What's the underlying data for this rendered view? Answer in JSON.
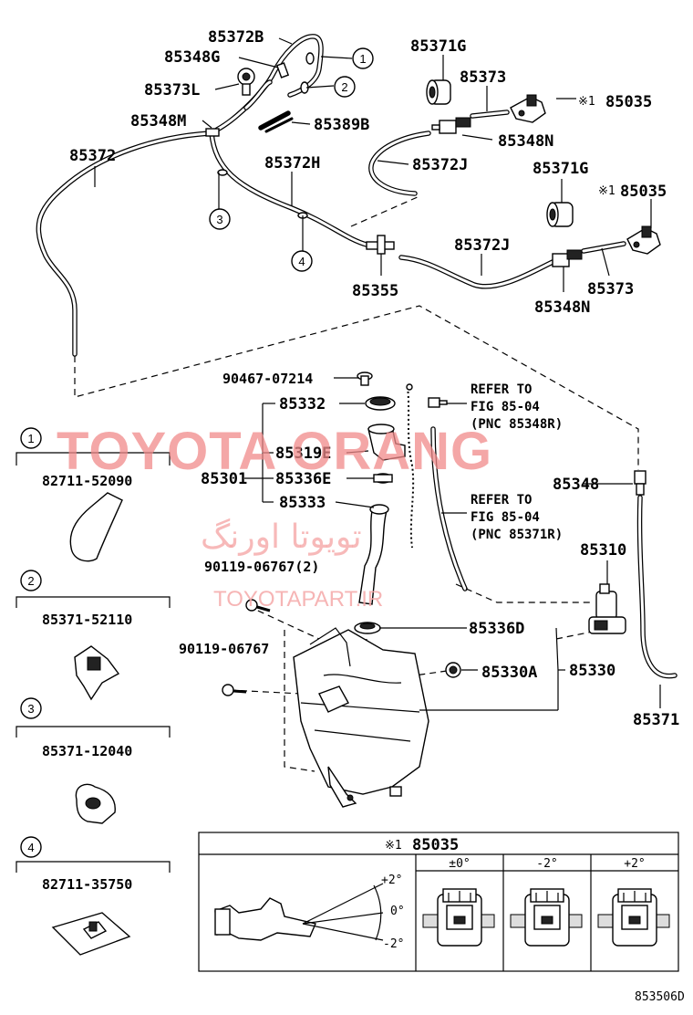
{
  "labels": {
    "p85372B": "85372B",
    "p85348G": "85348G",
    "p85373L": "85373L",
    "p85348M": "85348M",
    "p85389B": "85389B",
    "p85372": "85372",
    "p85372H": "85372H",
    "p85371G_1": "85371G",
    "p85373_1": "85373",
    "p85035_1": "85035",
    "p85348N_1": "85348N",
    "p85372J_1": "85372J",
    "p85371G_2": "85371G",
    "p85035_2": "85035",
    "p85372J_2": "85372J",
    "p85373_2": "85373",
    "p85348N_2": "85348N",
    "p85355": "85355",
    "p90467": "90467-07214",
    "p85332": "85332",
    "p85319E": "85319E",
    "p85301": "85301",
    "p85336E": "85336E",
    "p85333": "85333",
    "p90119_2": "90119-06767(2)",
    "p90119": "90119-06767",
    "p85348": "85348",
    "p85310": "85310",
    "p85336D": "85336D",
    "p85330A": "85330A",
    "p85330": "85330",
    "p85371": "85371",
    "note_mark": "※1",
    "circle1": "1",
    "circle2": "2",
    "circle3": "3",
    "circle4": "4"
  },
  "refs": {
    "ref1_line1": "REFER TO",
    "ref1_line2": "FIG 85-04",
    "ref1_line3": "(PNC 85348R)",
    "ref2_line1": "REFER TO",
    "ref2_line2": "FIG 85-04",
    "ref2_line3": "(PNC 85371R)"
  },
  "legend": {
    "item1_num": "1",
    "item1_part": "82711-52090",
    "item2_num": "2",
    "item2_part": "85371-52110",
    "item3_num": "3",
    "item3_part": "85371-12040",
    "item4_num": "4",
    "item4_part": "82711-35750"
  },
  "table": {
    "mark": "※1",
    "title": "85035",
    "col1": "±0°",
    "col2": "-2°",
    "col3": "+2°",
    "angle_plus": "+2°",
    "angle_zero": "0°",
    "angle_minus": "-2°"
  },
  "watermark": {
    "line1": "TOYOTA ORANG",
    "line2": "تویوتا اورنگ",
    "line3": "TOYOTAPART.IR"
  },
  "footer": {
    "code": "853506D"
  }
}
